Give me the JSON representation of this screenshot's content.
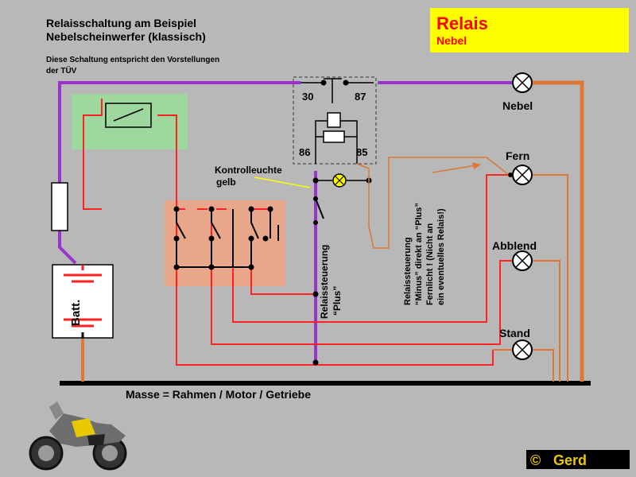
{
  "header": {
    "title_line1": "Relaisschaltung am Beispiel",
    "title_line2": "Nebelscheinwerfer (klassisch)",
    "note_line1": "Diese Schaltung entspricht den Vorstellungen",
    "note_line2": "der TÜV"
  },
  "badge": {
    "title": "Relais",
    "subtitle": "Nebel",
    "background": "#ffff00",
    "title_color": "#ff0000"
  },
  "relay": {
    "pin30": "30",
    "pin87": "87",
    "pin86": "86",
    "pin85": "85"
  },
  "lamps": {
    "nebel": "Nebel",
    "fern": "Fern",
    "abblend": "Abblend",
    "stand": "Stand"
  },
  "labels": {
    "kontrollleuchte_line1": "Kontrolleuchte",
    "kontrollleuchte_line2": "gelb",
    "relaissteuerung_plus_line1": "Relaissteuerung",
    "relaissteuerung_plus_line2": "“Plus”",
    "relaissteuerung_minus_line1": "Relaissteuerung",
    "relaissteuerung_minus_line2": "“Minus” direkt an “Plus”",
    "relaissteuerung_minus_line3": "Fernlicht ! (Nicht an",
    "relaissteuerung_minus_line4": "ein eventuelles Relais!)",
    "battery": "Batt.",
    "masse": "Masse = Rahmen / Motor / Getriebe"
  },
  "footer": {
    "copyright_symbol": "©",
    "author": "Gerd"
  },
  "colors": {
    "plus_wire": "#9933cc",
    "switched_wire": "#ff2222",
    "lamp_wire": "#dd7733",
    "ground_wire": "#000000",
    "relay_coil_area": "#9ed89e",
    "switch_panel": "#e8a68a"
  },
  "icons": {
    "motorcycle": "motorcycle-icon",
    "lamp": "lamp-icon",
    "fuse": "fuse-icon",
    "battery": "battery-icon"
  }
}
